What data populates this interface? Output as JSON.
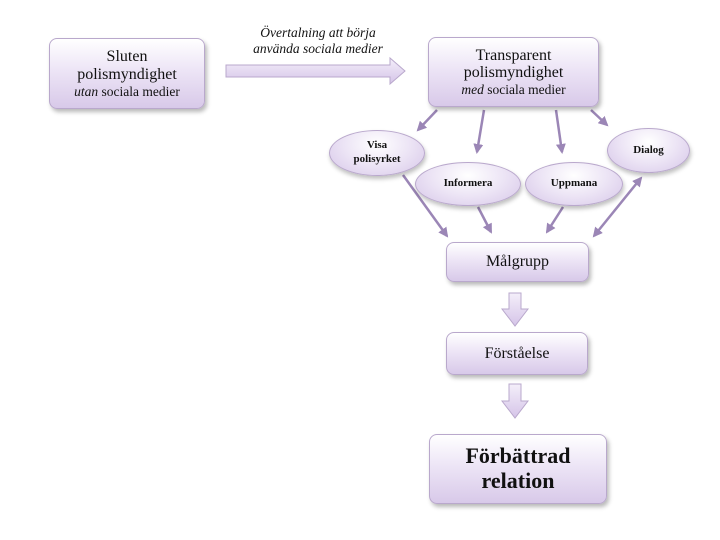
{
  "nodes": {
    "closed_agency": {
      "line1": "Sluten",
      "line2": "polismyndighet",
      "line3_em": "utan",
      "line3_rest": " sociala medier"
    },
    "transparent_agency": {
      "line1": "Transparent",
      "line2": "polismyndighet",
      "line3_em": "med",
      "line3_rest": " sociala medier"
    },
    "target_group": "Målgrupp",
    "understanding": "Förståelse",
    "improved_relation": {
      "line1": "Förbättrad",
      "line2": "relation"
    }
  },
  "transition_label": {
    "line1": "Övertalning att börja",
    "line2": "använda sociala medier"
  },
  "actions": {
    "show_police_work": {
      "line1": "Visa",
      "line2": "polisyrket"
    },
    "inform": "Informera",
    "urge": "Uppmana",
    "dialog": "Dialog"
  },
  "colors": {
    "box_fill_top": "#ffffff",
    "box_fill_bottom": "#d8c9e9",
    "border": "#b9a8cc",
    "arrow": "#9b86b6"
  }
}
